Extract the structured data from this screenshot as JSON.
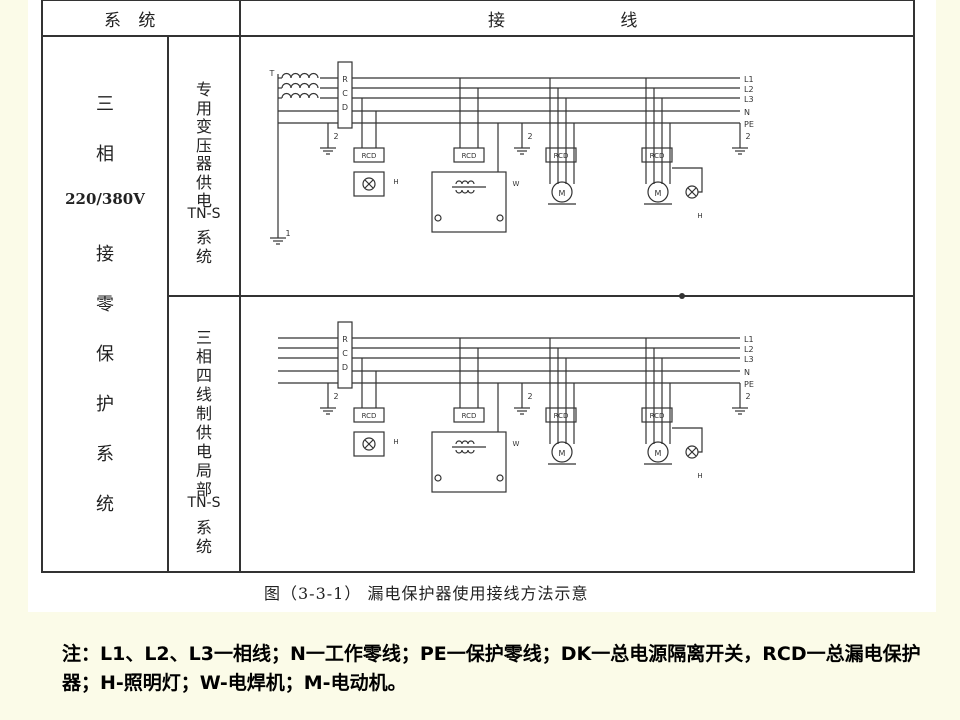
{
  "header": {
    "system": "系 统",
    "wiring": "接 线"
  },
  "left_label": [
    "三",
    "相",
    "220/380V",
    "接",
    "零",
    "保",
    "护",
    "系",
    "统"
  ],
  "panels": [
    {
      "label": "专用变压器供电TN-S系统"
    },
    {
      "label": "三相四线制供电局部TN-S系统"
    }
  ],
  "schematic": {
    "line_labels": [
      "L1",
      "L2",
      "L3",
      "N",
      "PE"
    ],
    "source_label": "T",
    "rcd_label": "RCD",
    "rcd_vertical": [
      "R",
      "C",
      "D"
    ],
    "ground_labels": [
      "2",
      "1"
    ],
    "loads": [
      "H",
      "W",
      "M",
      "H"
    ],
    "lamp_label": "H",
    "welder_label": "W",
    "motor_label": "M"
  },
  "caption": "图（3-3-1） 漏电保护器使用接线方法示意",
  "note": "注：L1、L2、L3一相线；N一工作零线；PE一保护零线；DK一总电源隔离开关，RCD一总漏电保护器；H-照明灯；W-电焊机；M-电动机。"
}
